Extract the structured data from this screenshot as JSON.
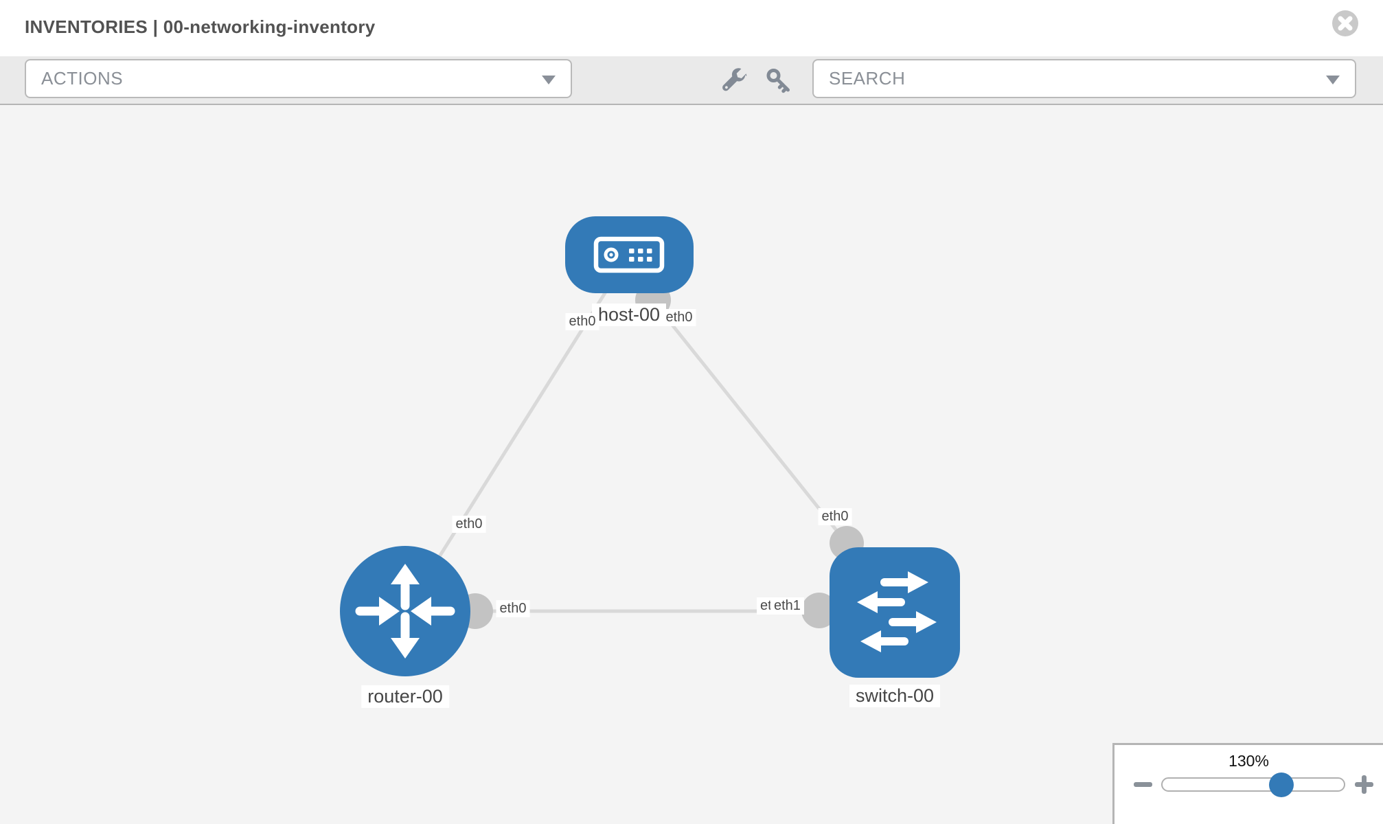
{
  "header": {
    "title": "INVENTORIES | 00-networking-inventory",
    "close_icon": "x-circle-icon"
  },
  "toolbar": {
    "actions_label": "ACTIONS",
    "search_placeholder": "SEARCH",
    "icons": [
      "wrench-icon",
      "key-icon",
      "chevron-down-icon"
    ]
  },
  "diagram": {
    "nodes": [
      {
        "id": "host-00",
        "label": "host-00",
        "type": "host"
      },
      {
        "id": "router-00",
        "label": "router-00",
        "type": "router"
      },
      {
        "id": "switch-00",
        "label": "switch-00",
        "type": "switch"
      }
    ],
    "links": [
      {
        "from": "host-00",
        "to": "router-00",
        "from_interface": "eth0",
        "to_interface": "eth0"
      },
      {
        "from": "host-00",
        "to": "switch-00",
        "from_interface": "eth0",
        "to_interface": "eth0"
      },
      {
        "from": "router-00",
        "to": "switch-00",
        "from_interface": "eth0",
        "to_interface": "eth1"
      }
    ],
    "interface_chips": {
      "host_to_router": "eth0",
      "host_to_switch": "eth0",
      "router_to_host": "eth0",
      "switch_to_host": "eth0",
      "router_to_switch": "eth0",
      "switch_to_router_hidden": "eth0",
      "switch_to_router": "eth1"
    },
    "colors": {
      "node_fill": "#337ab7",
      "link": "#d9d9d9",
      "endpoint": "#c3c3c3",
      "canvas_bg": "#f4f4f4"
    }
  },
  "zoom_control": {
    "value": "130%",
    "percent": 130,
    "minus_icon": "minus-icon",
    "plus_icon": "plus-icon"
  }
}
